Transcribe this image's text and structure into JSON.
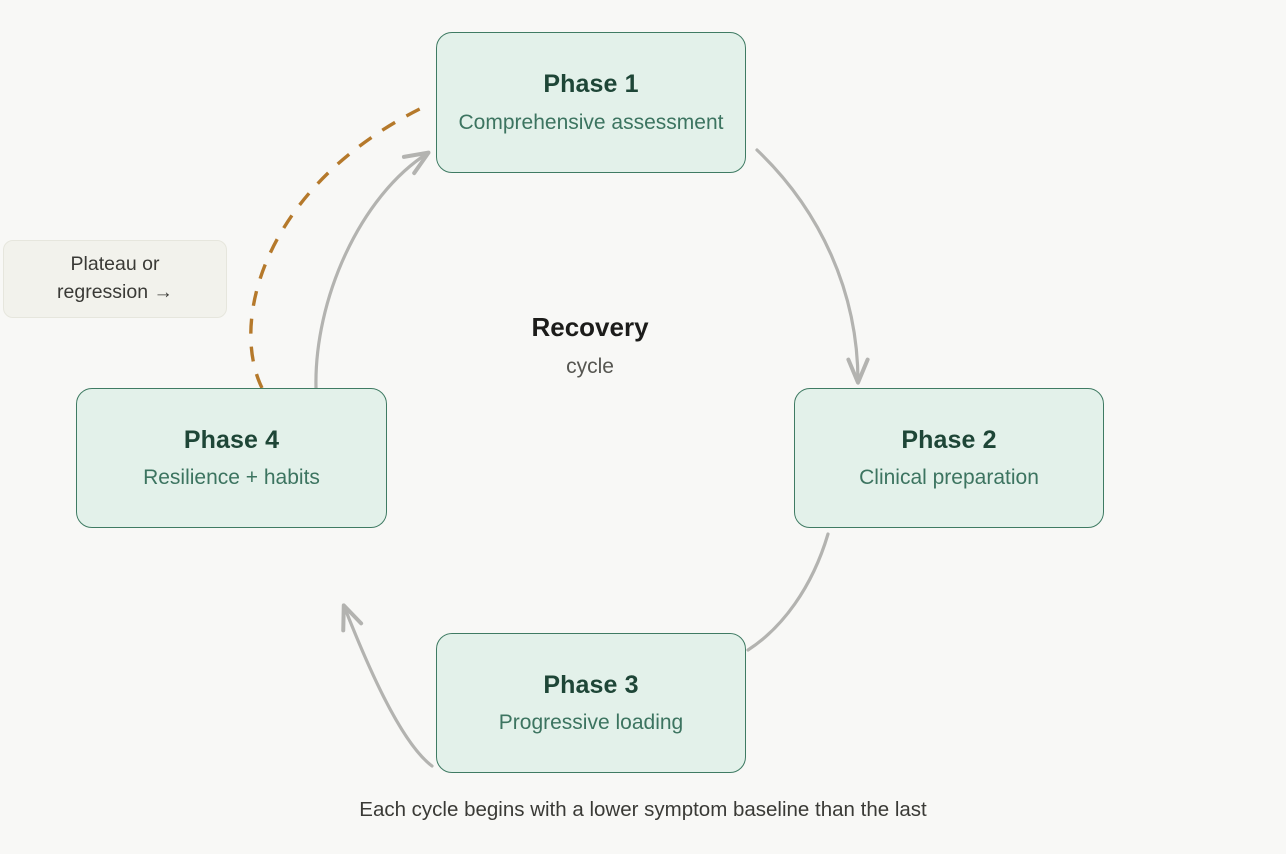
{
  "diagram": {
    "background_color": "#f8f8f6",
    "node_fill": "#e3f1ea",
    "node_border": "#3f7b63",
    "edge_color": "#b3b3b0",
    "dashed_edge_color": "#b5792b",
    "hub": {
      "title": "Recovery",
      "subtitle": "cycle"
    },
    "nodes": [
      {
        "id": "phase1",
        "title": "Phase 1",
        "subtitle": "Comprehensive assessment"
      },
      {
        "id": "phase2",
        "title": "Phase 2",
        "subtitle": "Clinical preparation"
      },
      {
        "id": "phase3",
        "title": "Phase 3",
        "subtitle": "Progressive loading"
      },
      {
        "id": "phase4",
        "title": "Phase 4",
        "subtitle": "Resilience + habits"
      }
    ],
    "note": {
      "line1": "Plateau or",
      "line2": "regression →"
    },
    "caption": "Each cycle begins with a lower symptom baseline than the last"
  }
}
